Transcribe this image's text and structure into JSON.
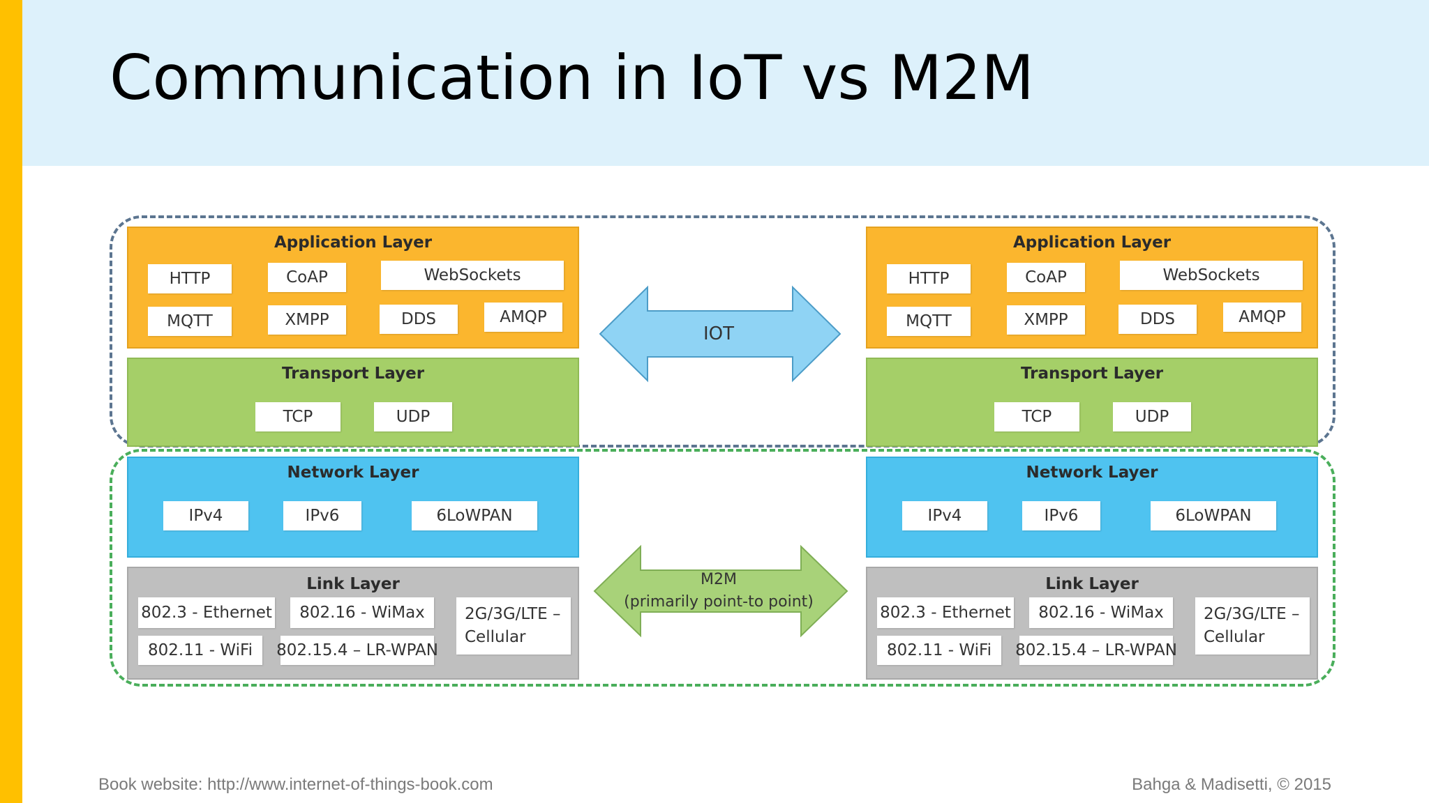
{
  "slide": {
    "title": "Communication in IoT vs M2M",
    "footer_left": "Book website: http://www.internet-of-things-book.com",
    "footer_right": "Bahga & Madisetti, © 2015"
  },
  "colors": {
    "accent_bar": "#FFC000",
    "header_band": "#DDF1FB",
    "application_layer": "#FBB62E",
    "transport_layer": "#A5CF68",
    "network_layer": "#4FC3F0",
    "link_layer": "#BFBFBF",
    "iot_arrow": "#8FD3F4",
    "m2m_arrow": "#A8D279",
    "iot_boundary": "#5C7590",
    "m2m_boundary": "#4AAE5B"
  },
  "stack": {
    "application": {
      "title": "Application Layer",
      "protocols": [
        "HTTP",
        "CoAP",
        "WebSockets",
        "MQTT",
        "XMPP",
        "DDS",
        "AMQP"
      ]
    },
    "transport": {
      "title": "Transport Layer",
      "protocols": [
        "TCP",
        "UDP"
      ]
    },
    "network": {
      "title": "Network Layer",
      "protocols": [
        "IPv4",
        "IPv6",
        "6LoWPAN"
      ]
    },
    "link": {
      "title": "Link Layer",
      "protocols": [
        "802.3 - Ethernet",
        "802.16 - WiMax",
        "2G/3G/LTE – Cellular",
        "802.11 - WiFi",
        "802.15.4 – LR-WPAN"
      ]
    }
  },
  "arrows": {
    "iot_label": "IOT",
    "m2m_label_line1": "M2M",
    "m2m_label_line2": "(primarily point-to point)"
  }
}
